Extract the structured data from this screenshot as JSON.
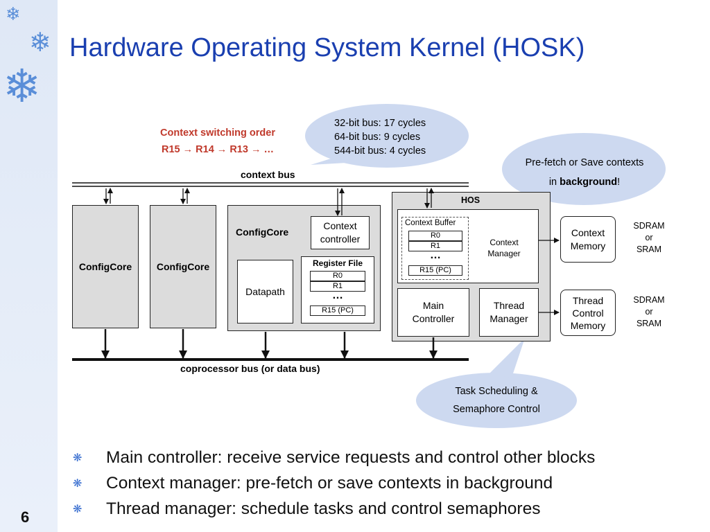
{
  "slide": {
    "title": "Hardware Operating System Kernel (HOSK)",
    "page_number": "6",
    "decoration_icon": "snowflake-icon"
  },
  "diagram": {
    "context_switch": {
      "line1": "Context switching order",
      "line2": "R15 → R14 → R13 → …"
    },
    "bus_cycles": [
      "32-bit bus: 17 cycles",
      "64-bit bus: 9 cycles",
      "544-bit bus: 4 cycles"
    ],
    "prefetch": {
      "text": "Pre-fetch or Save contexts",
      "prefix": "in ",
      "bold": "background",
      "suffix": "!"
    },
    "context_bus": "context bus",
    "coprocessor_bus": "coprocessor bus (or data bus)",
    "configcore_1": "ConfigCore",
    "configcore_2": "ConfigCore",
    "configcore_3": {
      "title": "ConfigCore",
      "context_controller": "Context controller",
      "datapath": "Datapath",
      "register_file": {
        "title": "Register File",
        "regs": [
          "R0",
          "R1",
          "R15 (PC)"
        ],
        "dots": "…"
      }
    },
    "hos": {
      "title": "HOS",
      "context_buffer": {
        "title": "Context Buffer",
        "regs": [
          "R0",
          "R1",
          "R15 (PC)"
        ],
        "dots": "…"
      },
      "context_manager": "Context Manager",
      "main_controller": "Main Controller",
      "thread_manager": "Thread Manager"
    },
    "context_memory": "Context Memory",
    "thread_control_memory": "Thread Control Memory",
    "sdram_1": [
      "SDRAM",
      "or",
      "SRAM"
    ],
    "sdram_2": [
      "SDRAM",
      "or",
      "SRAM"
    ],
    "task_scheduling": [
      "Task Scheduling &",
      "Semaphore Control"
    ]
  },
  "bullets": [
    "Main controller: receive service requests and control other blocks",
    "Context manager: pre-fetch or save contexts in background",
    "Thread manager: schedule tasks and control semaphores"
  ],
  "colors": {
    "title": "#1a3fb0",
    "accent_red": "#c0392b",
    "bubble": "#cdd9f0",
    "block_gray": "#dcdcdc"
  }
}
